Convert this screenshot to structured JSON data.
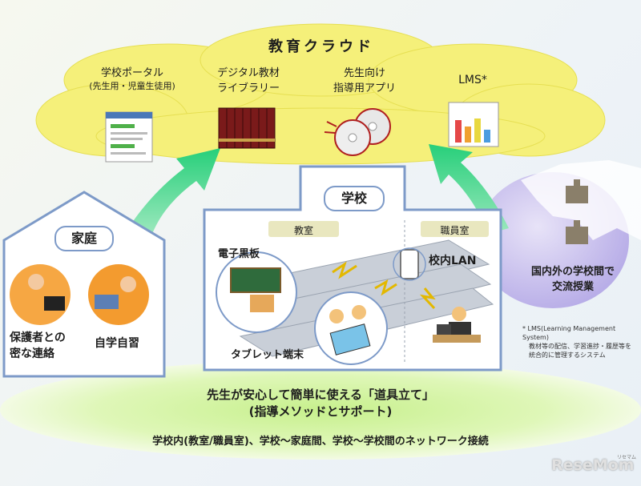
{
  "cloud": {
    "title": "教育クラウド",
    "items": [
      {
        "line1": "学校ポータル",
        "line2": "(先生用・児童生徒用)"
      },
      {
        "line1": "デジタル教材",
        "line2": "ライブラリー"
      },
      {
        "line1": "先生向け",
        "line2": "指導用アプリ"
      },
      {
        "line1": "LMS*",
        "line2": ""
      }
    ]
  },
  "home": {
    "title": "家庭",
    "items": [
      "保護者との",
      "密な連絡",
      "自学自習"
    ]
  },
  "school": {
    "title": "学校",
    "classroom_tab": "教室",
    "staffroom_tab": "職員室",
    "blackboard": "電子黒板",
    "tablet": "タブレット端末",
    "lan": "校内LAN"
  },
  "international": {
    "line1": "国内外の学校間で",
    "line2": "交流授業"
  },
  "footnote": {
    "line1": "* LMS(Learning Management System)",
    "line2": "教材等の配信、学習進捗・履歴等を",
    "line3": "統合的に管理するシステム"
  },
  "bottom": {
    "line1": "先生が安心して簡単に使える「道具立て」",
    "line2": "(指導メソッドとサポート)",
    "line3": "学校内(教室/職員室)、学校～家庭間、学校～学校間のネットワーク接続"
  },
  "brand": {
    "logo": "ReseMom",
    "small": "リセマム"
  },
  "colors": {
    "cloud": "#f5f07a",
    "arrow": "#3fd68a",
    "home_border": "#7d9ac8",
    "school_border": "#7d9ac8",
    "tab": "#e9e7bf",
    "ellipse": "#d6f3a8",
    "globe": "#b4a6e6"
  }
}
